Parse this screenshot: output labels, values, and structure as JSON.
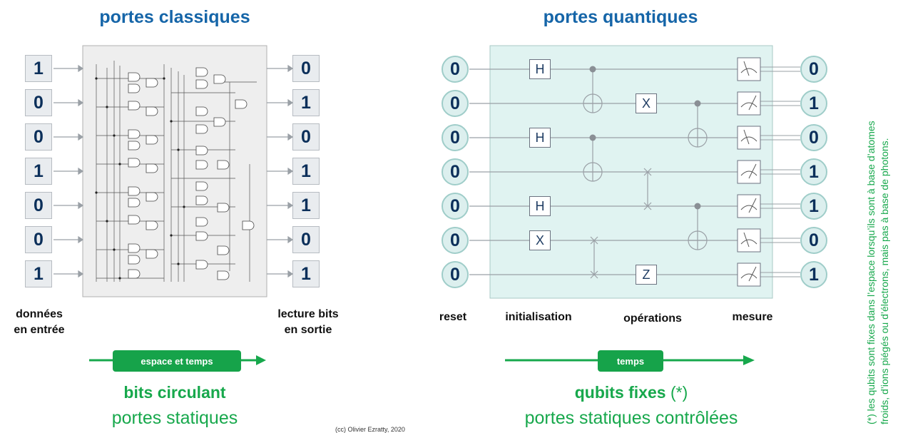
{
  "classical": {
    "title": "portes classiques",
    "inputs": [
      "1",
      "0",
      "0",
      "1",
      "0",
      "0",
      "1"
    ],
    "outputs": [
      "0",
      "1",
      "0",
      "1",
      "1",
      "0",
      "1"
    ],
    "label_in_line1": "données",
    "label_in_line2": "en entrée",
    "label_out_line1": "lecture bits",
    "label_out_line2": "en sortie",
    "arrow_label": "espace et temps",
    "caption_bold": "bits circulant",
    "caption_sub": "portes statiques"
  },
  "quantum": {
    "title": "portes quantiques",
    "inputs": [
      "0",
      "0",
      "0",
      "0",
      "0",
      "0",
      "0"
    ],
    "outputs": [
      "0",
      "1",
      "0",
      "1",
      "1",
      "0",
      "1"
    ],
    "gates": [
      {
        "label": "H",
        "row": 0,
        "col": 0
      },
      {
        "label": "H",
        "row": 2,
        "col": 0
      },
      {
        "label": "H",
        "row": 4,
        "col": 0
      },
      {
        "label": "X",
        "row": 5,
        "col": 0
      },
      {
        "label": "X",
        "row": 1,
        "col": 1
      },
      {
        "label": "Z",
        "row": 6,
        "col": 1
      }
    ],
    "labels": {
      "reset": "reset",
      "init": "initialisation",
      "ops": "opérations",
      "measure": "mesure"
    },
    "arrow_label": "temps",
    "caption_bold": "qubits fixes",
    "caption_star": " (*)",
    "caption_sub": "portes statiques contrôlées"
  },
  "copyright": "(cc) Olivier Ezratty, 2020",
  "side_note_line1": "(*) les qubits sont fixes dans l’espace lorsqu’ils sont à base d’atomes",
  "side_note_line2": "froids, d’ions piégés ou d’électrons, mais pas à base de photons.",
  "colors": {
    "title": "#1565a8",
    "green": "#17a84c",
    "bit_text": "#0b2f5a",
    "quantum_panel": "#e0f3f1"
  }
}
